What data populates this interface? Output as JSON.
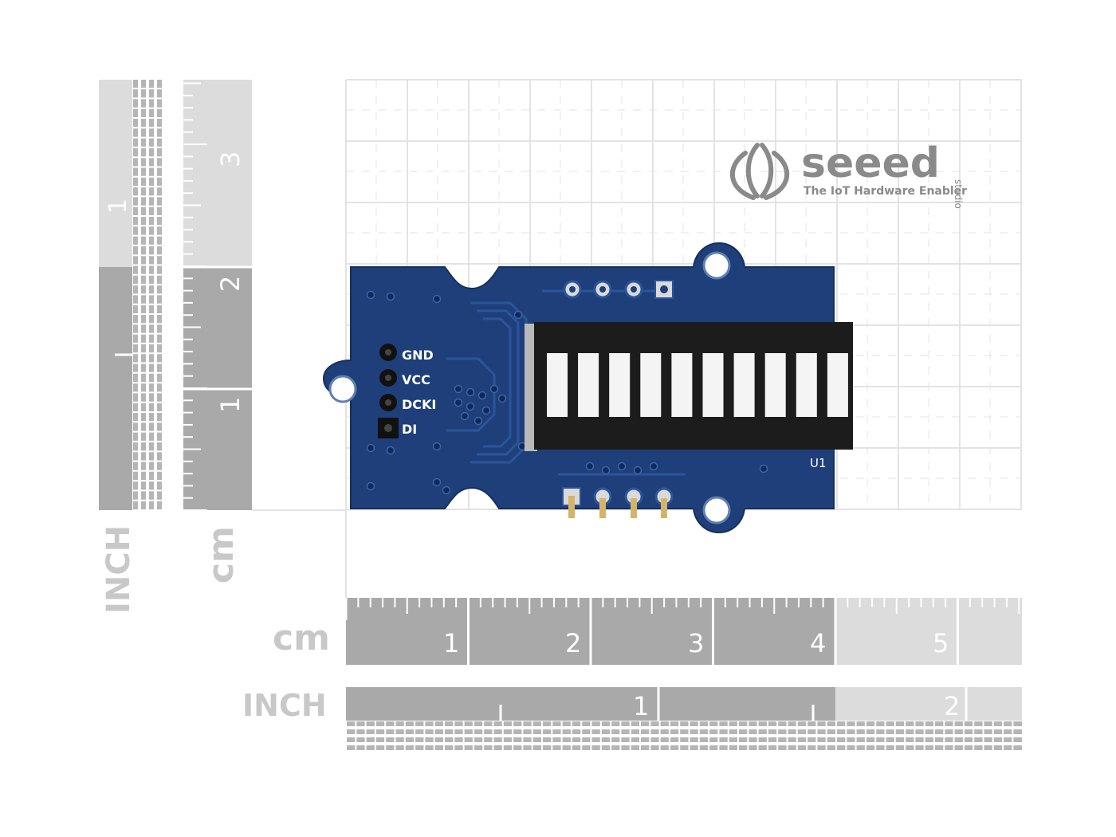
{
  "logo": {
    "brand": "seeed",
    "suffix": "studio",
    "tagline": "The IoT Hardware Enabler"
  },
  "board": {
    "pins": [
      "GND",
      "VCC",
      "DCKI",
      "DI"
    ],
    "component_label": "U1",
    "led_segments": 10
  },
  "rulers": {
    "vertical_inch_label": "INCH",
    "vertical_cm_label": "cm",
    "vertical_inch_numbers": [
      "1"
    ],
    "vertical_cm_numbers": [
      "3",
      "2",
      "1"
    ],
    "horizontal_cm_label": "cm",
    "horizontal_inch_label": "INCH",
    "horizontal_cm_numbers": [
      "1",
      "2",
      "3",
      "4",
      "5"
    ],
    "horizontal_inch_numbers": [
      "1",
      "2"
    ]
  },
  "colors": {
    "pcb": "#1f3f7a",
    "pcb_dark": "#173162",
    "ruler_dark": "#a9a9a9",
    "ruler_light": "#dcdcdc",
    "grid": "#e3e3e3",
    "led_body": "#1c1c1c",
    "led_segment": "#f4f4f4"
  }
}
